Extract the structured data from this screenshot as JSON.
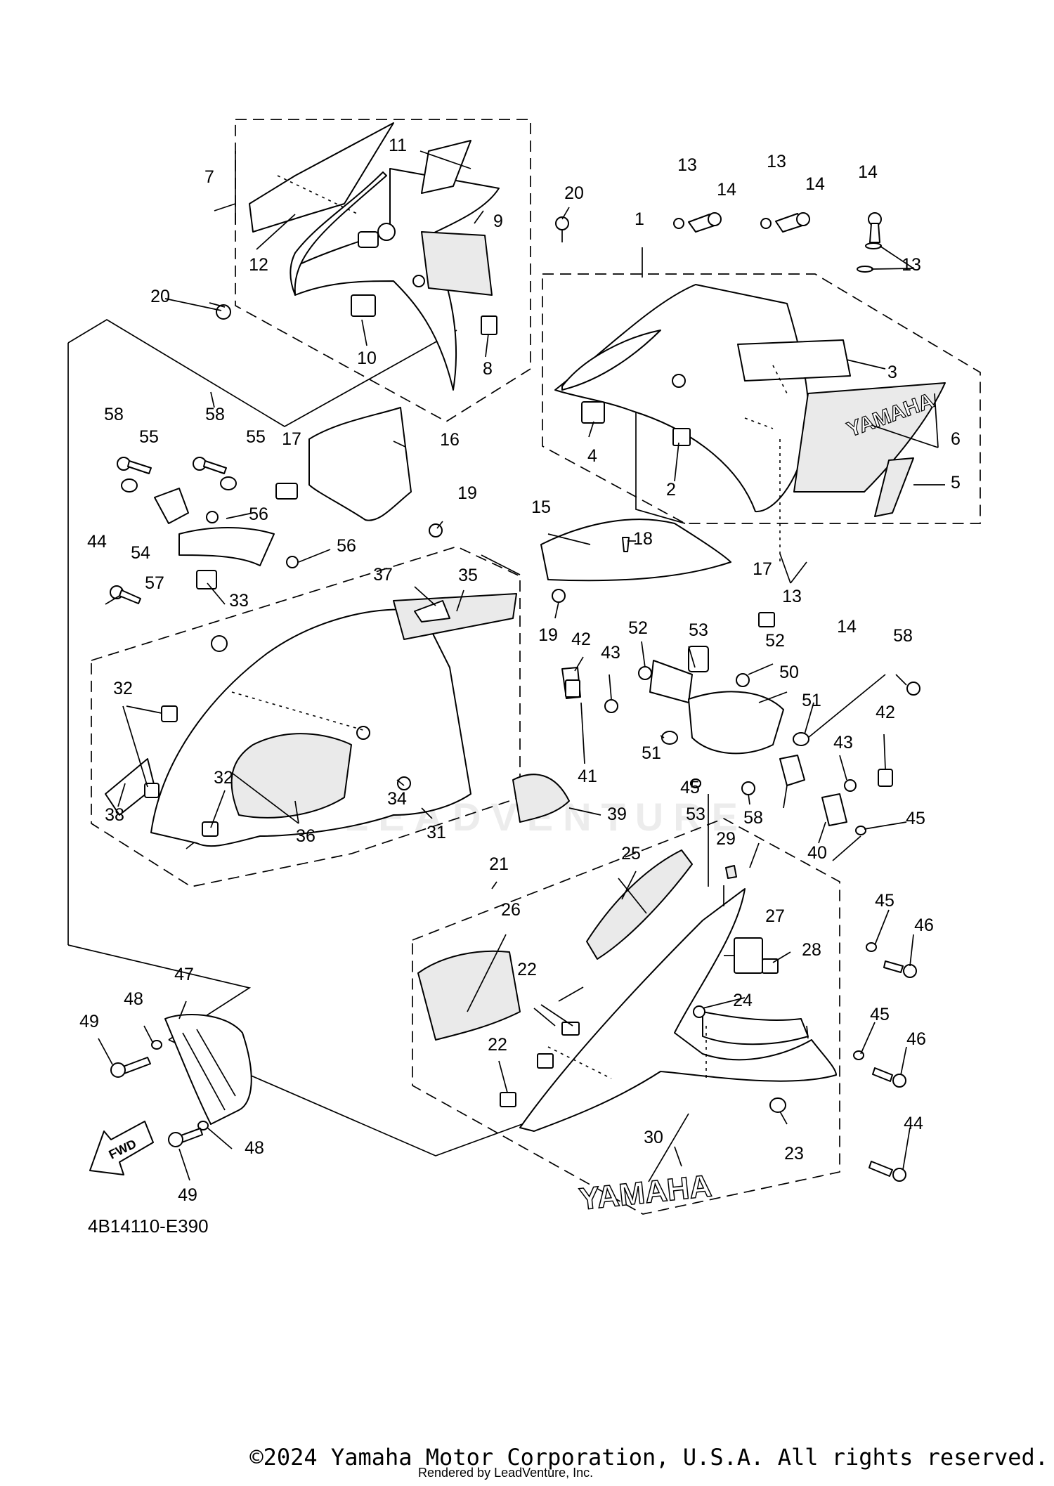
{
  "diagram": {
    "drawing_code": "4B14110-E390",
    "fwd_label": "FWD",
    "brand_mark": "YAMAHA",
    "watermark": "LEADVENTURE",
    "footer": {
      "copyright": "©2024 Yamaha Motor Corporation, U.S.A. All rights reserved.",
      "rendered_by": "Rendered by LeadVenture, Inc."
    },
    "callouts": [
      {
        "n": "1"
      },
      {
        "n": "2"
      },
      {
        "n": "3"
      },
      {
        "n": "4"
      },
      {
        "n": "5"
      },
      {
        "n": "6"
      },
      {
        "n": "7"
      },
      {
        "n": "8"
      },
      {
        "n": "9"
      },
      {
        "n": "10"
      },
      {
        "n": "11"
      },
      {
        "n": "12"
      },
      {
        "n": "13"
      },
      {
        "n": "13"
      },
      {
        "n": "13"
      },
      {
        "n": "13"
      },
      {
        "n": "14"
      },
      {
        "n": "14"
      },
      {
        "n": "14"
      },
      {
        "n": "14"
      },
      {
        "n": "15"
      },
      {
        "n": "16"
      },
      {
        "n": "17"
      },
      {
        "n": "17"
      },
      {
        "n": "18"
      },
      {
        "n": "19"
      },
      {
        "n": "19"
      },
      {
        "n": "20"
      },
      {
        "n": "20"
      },
      {
        "n": "21"
      },
      {
        "n": "22"
      },
      {
        "n": "22"
      },
      {
        "n": "23"
      },
      {
        "n": "24"
      },
      {
        "n": "25"
      },
      {
        "n": "26"
      },
      {
        "n": "27"
      },
      {
        "n": "28"
      },
      {
        "n": "29"
      },
      {
        "n": "30"
      },
      {
        "n": "31"
      },
      {
        "n": "32"
      },
      {
        "n": "32"
      },
      {
        "n": "33"
      },
      {
        "n": "34"
      },
      {
        "n": "35"
      },
      {
        "n": "36"
      },
      {
        "n": "37"
      },
      {
        "n": "38"
      },
      {
        "n": "39"
      },
      {
        "n": "40"
      },
      {
        "n": "41"
      },
      {
        "n": "42"
      },
      {
        "n": "42"
      },
      {
        "n": "43"
      },
      {
        "n": "43"
      },
      {
        "n": "44"
      },
      {
        "n": "44"
      },
      {
        "n": "45"
      },
      {
        "n": "45"
      },
      {
        "n": "45"
      },
      {
        "n": "45"
      },
      {
        "n": "46"
      },
      {
        "n": "46"
      },
      {
        "n": "47"
      },
      {
        "n": "48"
      },
      {
        "n": "48"
      },
      {
        "n": "49"
      },
      {
        "n": "49"
      },
      {
        "n": "50"
      },
      {
        "n": "51"
      },
      {
        "n": "51"
      },
      {
        "n": "52"
      },
      {
        "n": "52"
      },
      {
        "n": "53"
      },
      {
        "n": "53"
      },
      {
        "n": "54"
      },
      {
        "n": "55"
      },
      {
        "n": "55"
      },
      {
        "n": "56"
      },
      {
        "n": "56"
      },
      {
        "n": "57"
      },
      {
        "n": "58"
      },
      {
        "n": "58"
      },
      {
        "n": "58"
      },
      {
        "n": "58"
      }
    ]
  }
}
